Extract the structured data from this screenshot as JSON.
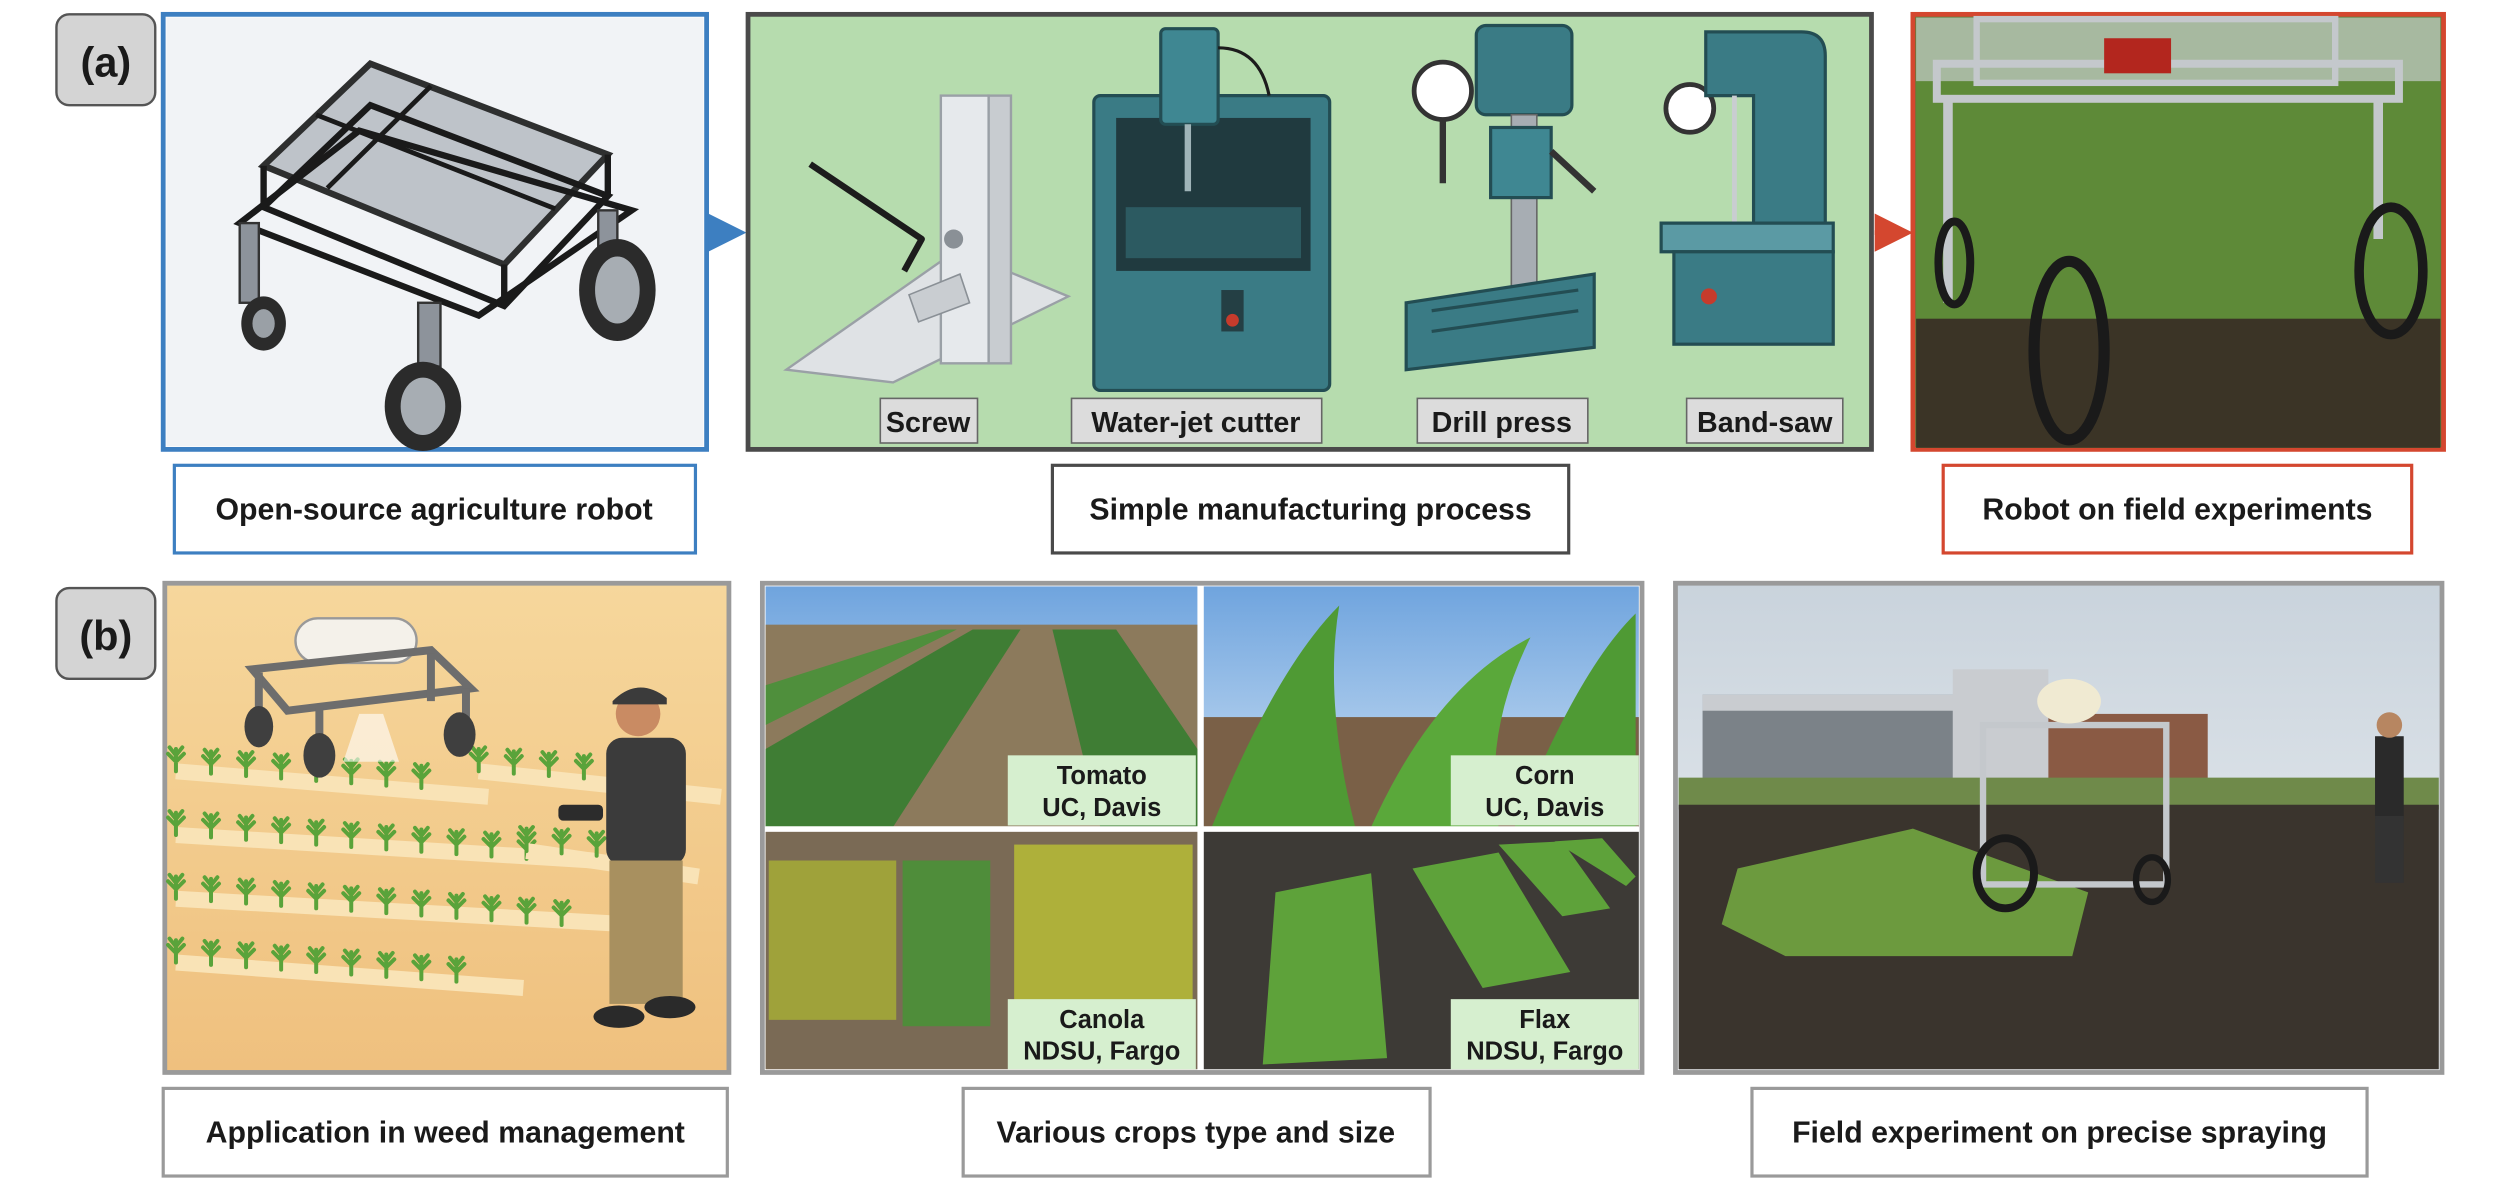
{
  "panels": {
    "a": "(a)",
    "b": "(b)"
  },
  "captions": {
    "open_source_robot": "Open-source agriculture robot",
    "manufacturing": "Simple manufacturing process",
    "field_robot": "Robot on field experiments",
    "weed_management": "Application in weed management",
    "crops": "Various crops type and size",
    "spraying": "Field experiment on precise spraying"
  },
  "tools": {
    "screw": "Screw",
    "waterjet": "Water-jet cutter",
    "drill": "Drill press",
    "bandsaw": "Band-saw"
  },
  "crops": {
    "tomato": {
      "name": "Tomato",
      "site": "UC, Davis"
    },
    "corn": {
      "name": "Corn",
      "site": "UC, Davis"
    },
    "canola": {
      "name": "Canola",
      "site": "NDSU, Fargo"
    },
    "flax": {
      "name": "Flax",
      "site": "NDSU, Fargo"
    }
  },
  "colors": {
    "blue": "#3d7fc1",
    "red": "#d4472f",
    "dark_gray": "#4a4a4a",
    "light_gray": "#9a9a9a",
    "mfg_green": "#b6dcae",
    "label_green": "#d6efcf"
  }
}
